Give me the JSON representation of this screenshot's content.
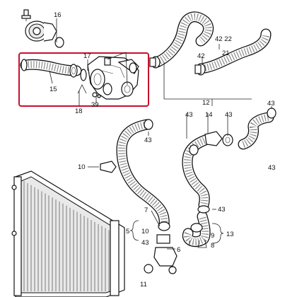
{
  "colors": {
    "highlight": "#c8102e",
    "line": "#111111",
    "hose_texture": "#8a8a8a",
    "background": "#ffffff"
  },
  "labels": {
    "l16": "16",
    "l17": "17",
    "l18": "18",
    "l15": "15",
    "l39": "39",
    "l4222": "42 22",
    "l21": "21",
    "l42": "42",
    "l12": "12",
    "l43a": "43",
    "l14": "14",
    "l43b": "43",
    "l43c": "43",
    "l43d": "43",
    "l10": "10",
    "l5": "5",
    "l7": "7",
    "l10b": "10",
    "l43e": "43",
    "l6": "6",
    "l43f": "43",
    "l11": "11",
    "l9": "9",
    "l8": "8",
    "l13": "13",
    "l43g": "43"
  }
}
